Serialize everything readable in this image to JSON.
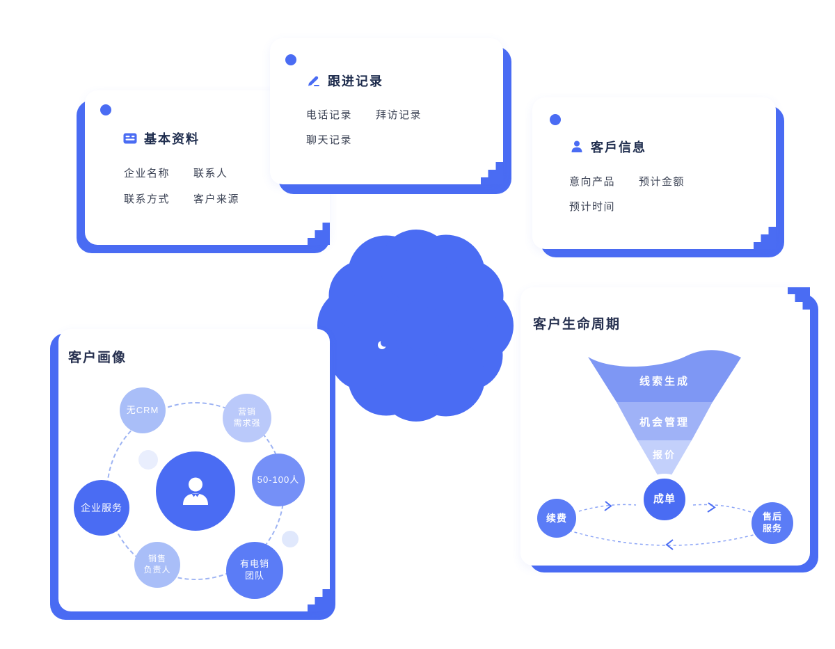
{
  "palette": {
    "primary": "#4a6cf3",
    "blue_mid": "#5b7cf6",
    "blue_soft": "#7590f7",
    "blue_light": "#a9bef8",
    "blue_lighter": "#bac9fa",
    "blue_pale": "#e9eefd",
    "funnel_top": "#7e97f4",
    "funnel_mid": "#9fb2f7",
    "funnel_bottom": "#c3d0fb",
    "title_text": "#1f2d4e",
    "body_text": "#3b4254"
  },
  "cards": {
    "basic_info": {
      "title": "基本资料",
      "icon": "id-card-icon",
      "fields": [
        "企业名称",
        "联系人",
        "联系方式",
        "客户来源"
      ]
    },
    "follow_up": {
      "title": "跟进记录",
      "icon": "pencil-icon",
      "fields": [
        "电话记录",
        "拜访记录",
        "聊天记录"
      ]
    },
    "customer_info": {
      "title": "客戶信息",
      "icon": "person-icon",
      "fields": [
        "意向产品",
        "预计金额",
        "预计时间"
      ]
    },
    "portrait": {
      "title": "客户画像",
      "center_icon": "customer-avatar",
      "bubbles": [
        {
          "name": "no-crm",
          "lines": [
            "无CRM"
          ]
        },
        {
          "name": "marketing-demand",
          "lines": [
            "营销",
            "需求强"
          ]
        },
        {
          "name": "company-size",
          "lines": [
            "50-100人"
          ]
        },
        {
          "name": "enterprise-service",
          "lines": [
            "企业服务"
          ]
        },
        {
          "name": "sales-lead",
          "lines": [
            "销售",
            "负责人"
          ]
        },
        {
          "name": "telesales-team",
          "lines": [
            "有电销",
            "团队"
          ]
        }
      ]
    },
    "lifecycle": {
      "title": "客户生命周期",
      "funnel_stages": [
        "线索生成",
        "机会管理",
        "报价"
      ],
      "deal_stage": "成单",
      "renewal": "续费",
      "after_sales": [
        "售后",
        "服务"
      ]
    }
  }
}
